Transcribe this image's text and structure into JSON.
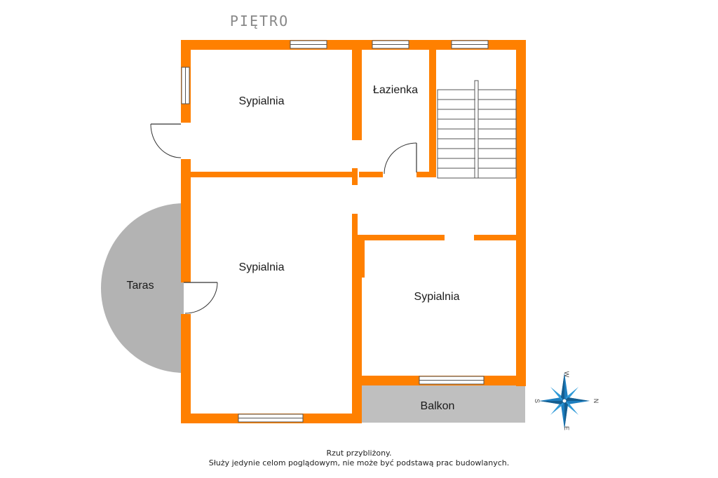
{
  "title": "PIĘTRO",
  "rooms": {
    "bedroom_top": "Sypialnia",
    "bathroom": "Łazienka",
    "bedroom_left": "Sypialnia",
    "bedroom_right": "Sypialnia",
    "terrace": "Taras",
    "balcony": "Balkon"
  },
  "compass": {
    "north": "N",
    "south": "S",
    "east": "E",
    "west": "W"
  },
  "colors": {
    "walls": "#ff8000",
    "terrace": "#b3b3b3",
    "balcony": "#bfbfbf",
    "compass": "#1e7fc0"
  },
  "footer": {
    "line1": "Rzut przybliżony.",
    "line2": "Służy jedynie celom poglądowym, nie może być podstawą prac budowlanych."
  }
}
